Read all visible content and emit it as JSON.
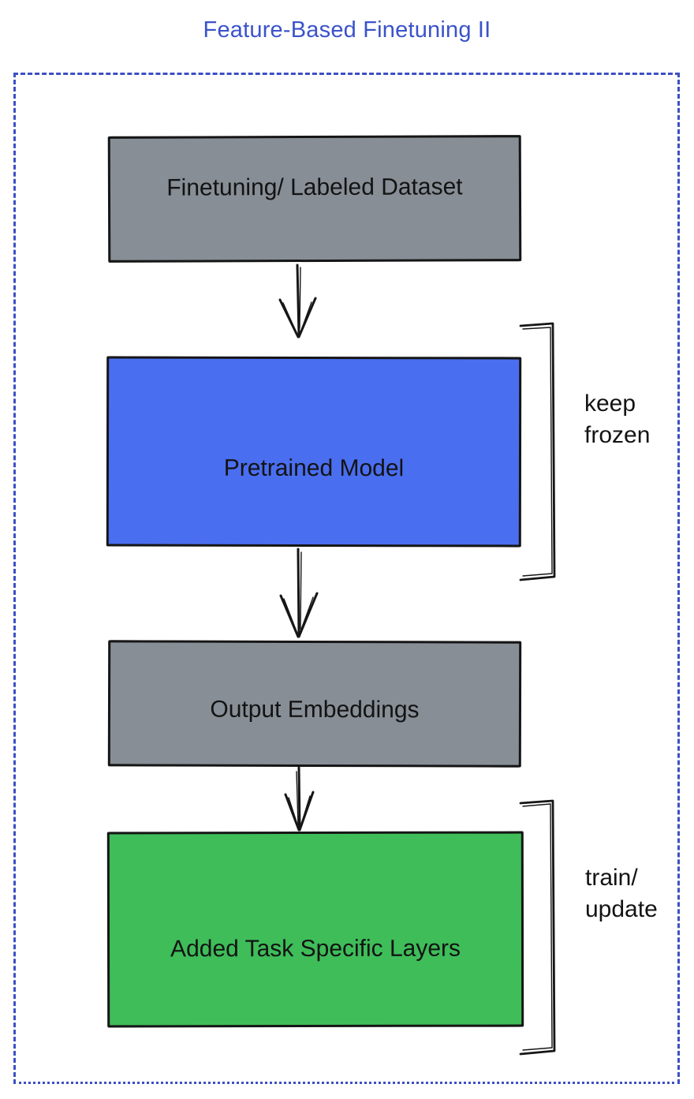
{
  "title": "Feature-Based Finetuning II",
  "colors": {
    "title_text": "#3a53ca",
    "frame_border": "#3d4fc5",
    "node_gray": "#878e96",
    "node_blue": "#4a6ef0",
    "node_green": "#3ebd59",
    "sketch_stroke": "#161616",
    "label_text": "#131313"
  },
  "diagram": {
    "nodes": [
      {
        "id": "finetuning-dataset",
        "label": "Finetuning/ Labeled Dataset",
        "fill": "#878e96"
      },
      {
        "id": "pretrained-model",
        "label": "Pretrained Model",
        "fill": "#4a6ef0"
      },
      {
        "id": "output-embeddings",
        "label": "Output Embeddings",
        "fill": "#878e96"
      },
      {
        "id": "added-task-specific-layers",
        "label": "Added Task Specific Layers",
        "fill": "#3ebd59"
      }
    ],
    "annotations": [
      {
        "target": "pretrained-model",
        "lines": [
          "keep",
          "frozen"
        ]
      },
      {
        "target": "added-task-specific-layers",
        "lines": [
          "train/",
          "update"
        ]
      }
    ],
    "connectors": [
      {
        "from": "finetuning-dataset",
        "to": "pretrained-model",
        "type": "arrow-down"
      },
      {
        "from": "pretrained-model",
        "to": "output-embeddings",
        "type": "arrow-down"
      },
      {
        "from": "output-embeddings",
        "to": "added-task-specific-layers",
        "type": "arrow-down"
      }
    ]
  }
}
